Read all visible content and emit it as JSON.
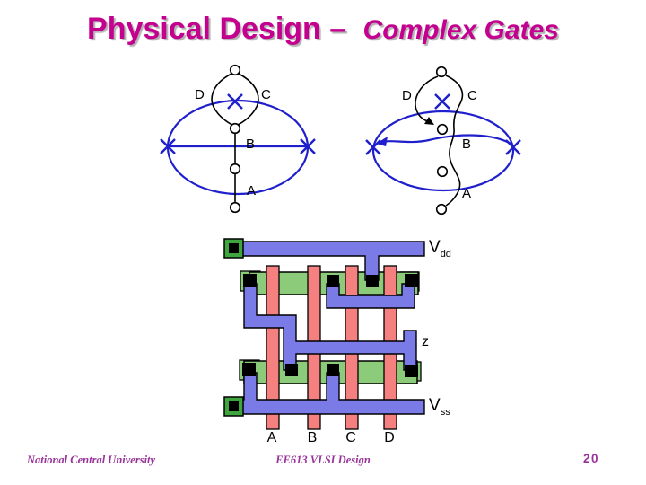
{
  "title": {
    "text": "Physical Design –",
    "emphasis": "Complex Gates"
  },
  "colors": {
    "title_magenta": "#C4008F",
    "euler_blue": "#1F1FCC",
    "metal_blue": "#7B7BE8",
    "poly_red": "#F48080",
    "diff_green": "#8BCB79",
    "pad_green": "#3FA63F",
    "footer_purple": "#993399"
  },
  "euler_left": {
    "branch_d": "D",
    "branch_c": "C",
    "branch_b": "B",
    "branch_a": "A"
  },
  "euler_right": {
    "branch_d": "D",
    "branch_c": "C",
    "branch_b": "B",
    "branch_a": "A"
  },
  "layout": {
    "vdd": {
      "main": "V",
      "sub": "dd"
    },
    "vss": {
      "main": "V",
      "sub": "ss"
    },
    "output": "z",
    "gates": [
      "A",
      "B",
      "C",
      "D"
    ]
  },
  "footer": {
    "institution": "National Central University",
    "course": "EE613 VLSI Design",
    "page": "20"
  }
}
